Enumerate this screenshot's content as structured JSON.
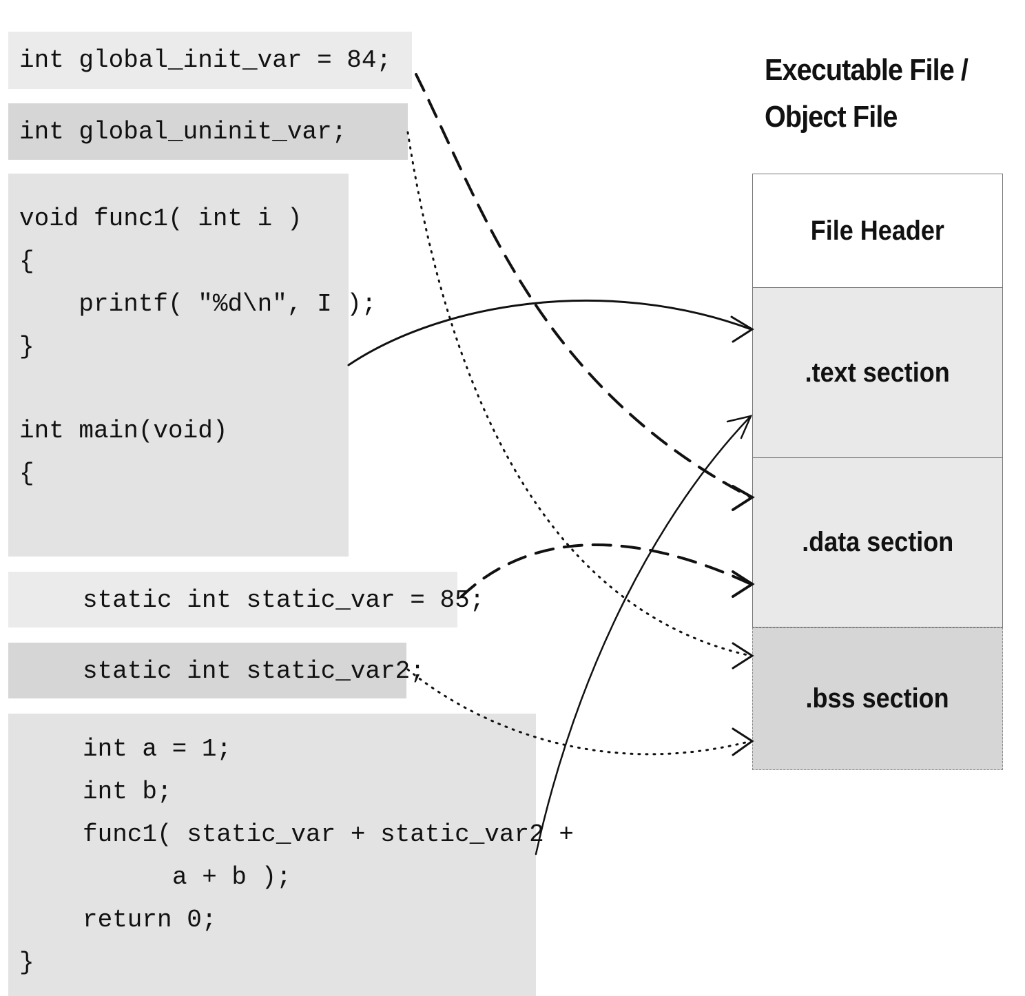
{
  "code": {
    "global_init": "int global_init_var = 84;",
    "global_uninit": "int global_uninit_var;",
    "func_block": [
      "void func1( int i )",
      "{",
      "    printf( \"%d\\n\", I );",
      "}",
      "int main(void)",
      "{"
    ],
    "static_var": "static int static_var = 85;",
    "static_var2": "static int static_var2;",
    "main_body": [
      "int a = 1;",
      "int b;",
      "func1( static_var + static_var2 +",
      "a + b );",
      "return 0;",
      "}"
    ]
  },
  "file": {
    "title_line1": "Executable File /",
    "title_line2": "Object File",
    "sections": [
      {
        "label": "File Header"
      },
      {
        "label": ".text section"
      },
      {
        "label": ".data section"
      },
      {
        "label": ".bss section"
      }
    ]
  },
  "colors": {
    "code_bg_light": "#ebebeb",
    "code_bg_dark": "#d6d6d6",
    "section_bg": "#e9e9e9",
    "bss_bg": "#d6d6d6",
    "stroke": "#111111"
  }
}
